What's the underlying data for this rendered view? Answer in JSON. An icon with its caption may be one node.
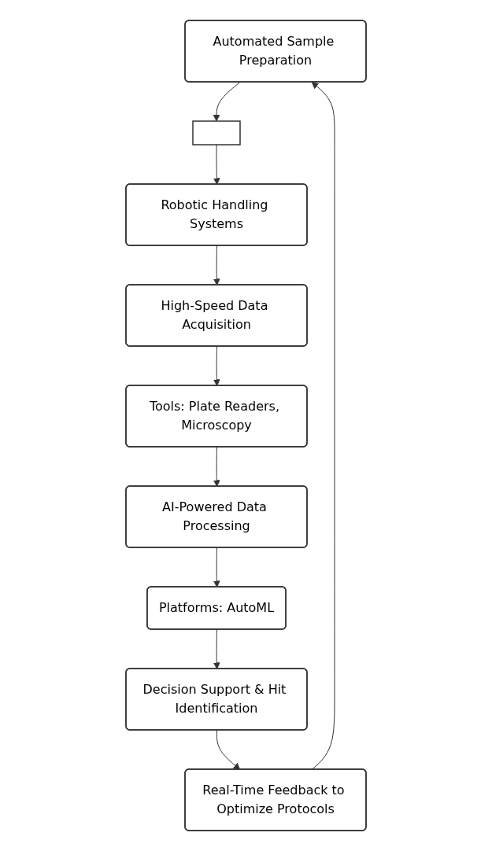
{
  "diagram": {
    "nodes": [
      {
        "text": [
          "Automated Sample Preparation"
        ]
      },
      {
        "text": [],
        "shape": "box"
      },
      {
        "text": [
          "Robotic Handling Systems"
        ]
      },
      {
        "text": [
          "High-Speed Data Acquisition"
        ]
      },
      {
        "text": [
          "Tools: Plate Readers, Microscopy"
        ]
      },
      {
        "text": [
          "AI-Powered Data Processing"
        ]
      },
      {
        "text": [
          "Platforms: AutoML"
        ]
      },
      {
        "text": [
          "Decision Support & Hit Identification"
        ]
      },
      {
        "text": [
          "Real-Time Feedback to Optimize Protocols"
        ]
      }
    ],
    "edges": [
      {
        "from": 0,
        "to": 1,
        "arrow": "to"
      },
      {
        "from": 1,
        "to": 2,
        "arrow": "to"
      },
      {
        "from": 2,
        "to": 3,
        "arrow": "to"
      },
      {
        "from": 3,
        "to": 4,
        "arrow": "to"
      },
      {
        "from": 4,
        "to": 5,
        "arrow": "to"
      },
      {
        "from": 5,
        "to": 6,
        "arrow": "to"
      },
      {
        "from": 6,
        "to": 7,
        "arrow": "to"
      },
      {
        "from": 7,
        "to": 8,
        "arrow": "to"
      },
      {
        "from": 8,
        "to": 0,
        "arrow": "to"
      }
    ]
  }
}
